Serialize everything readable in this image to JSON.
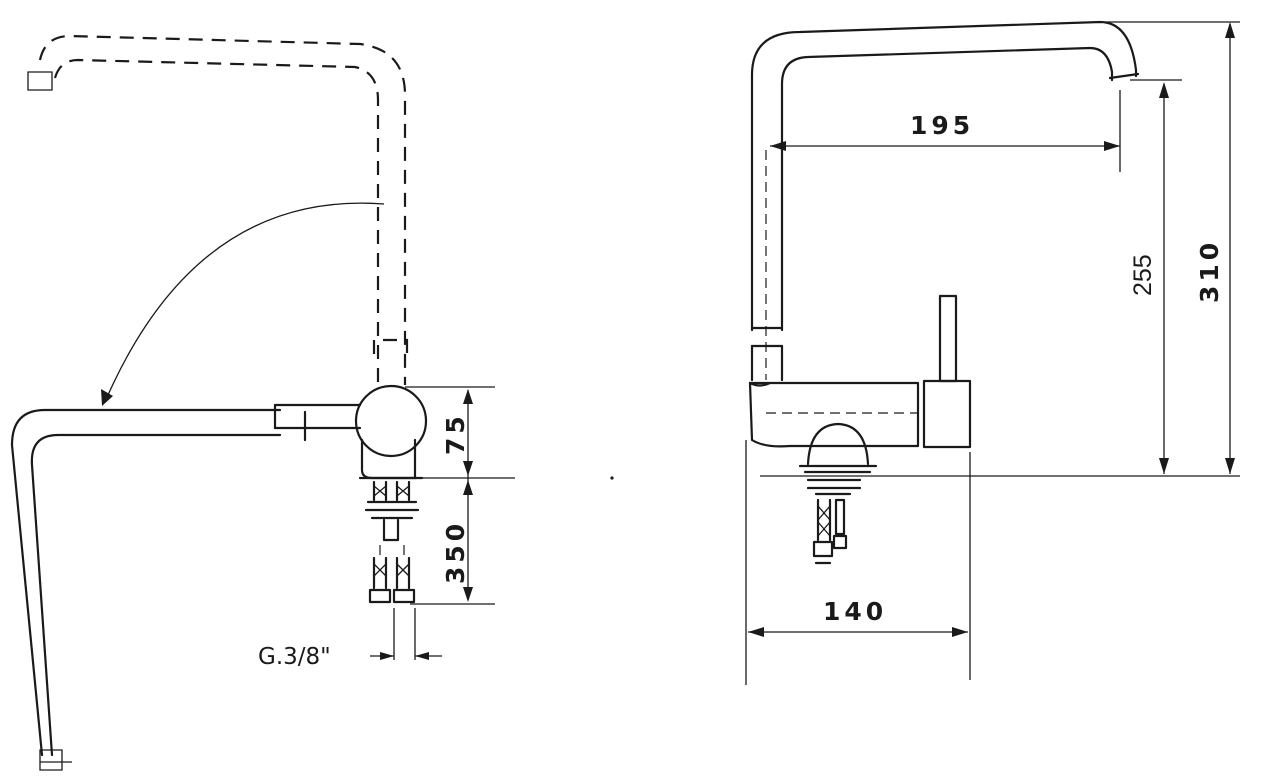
{
  "dimensions": {
    "side_body_height": "75",
    "side_hose_length": "350",
    "side_thread": "G.3/8\"",
    "front_reach": "195",
    "front_spout_clearance": "255",
    "front_total_height": "310",
    "front_base_width": "140"
  }
}
